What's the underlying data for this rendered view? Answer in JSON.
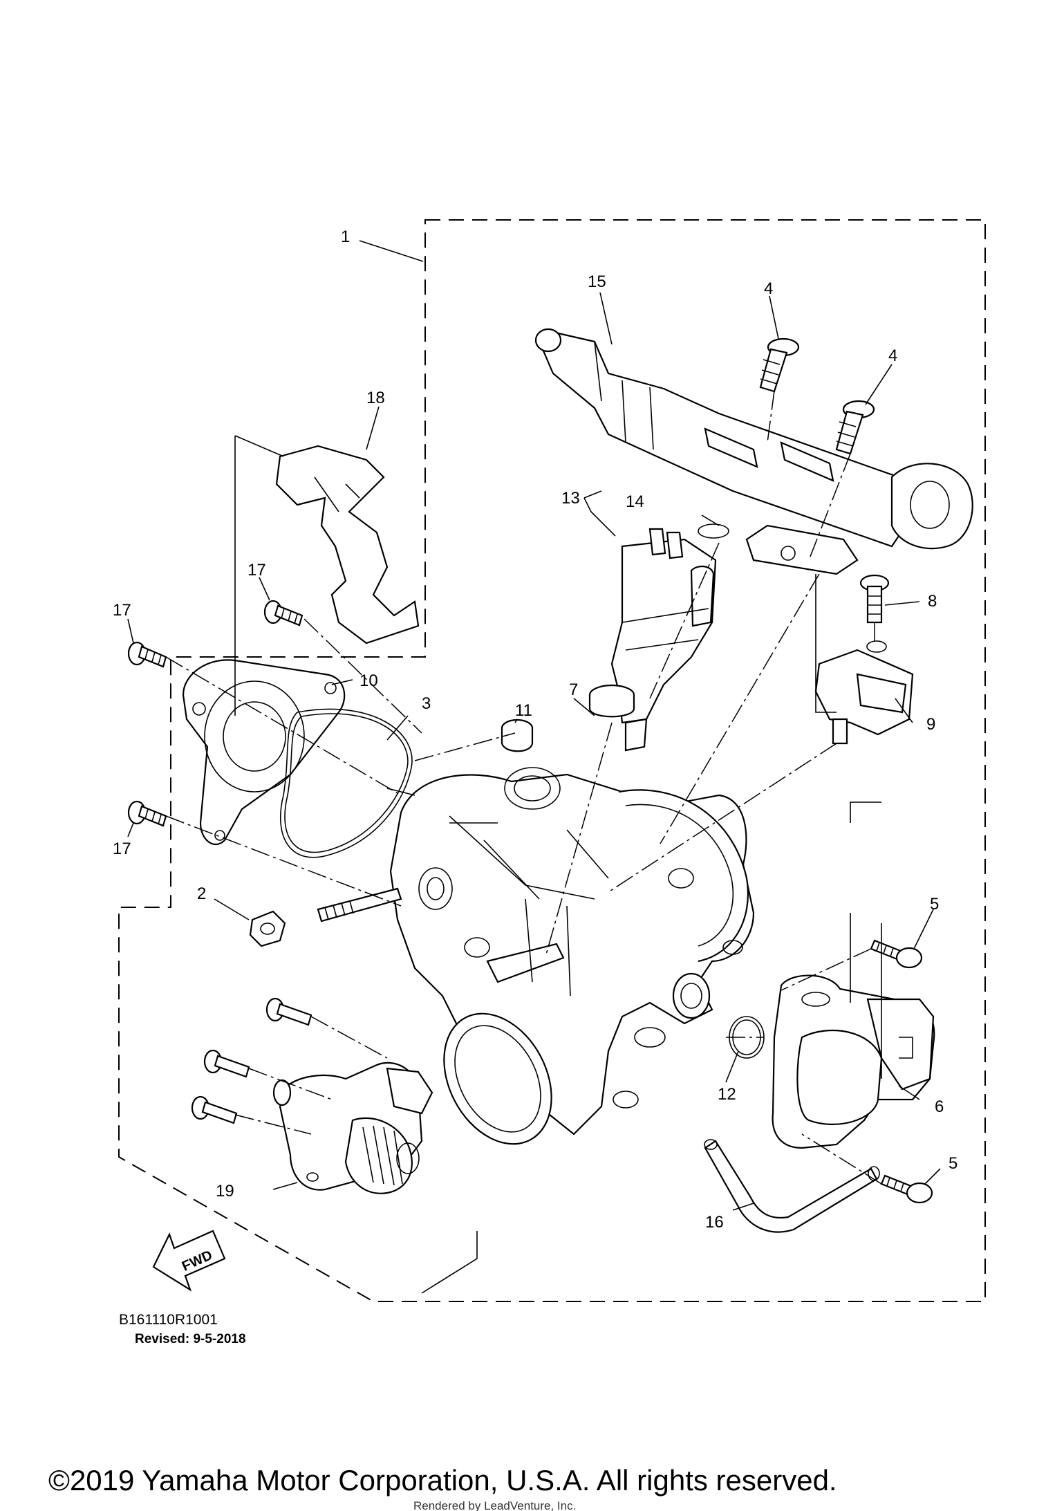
{
  "diagram": {
    "callouts": [
      "1",
      "2",
      "3",
      "4",
      "4",
      "5",
      "5",
      "6",
      "7",
      "8",
      "9",
      "10",
      "11",
      "12",
      "13",
      "14",
      "15",
      "16",
      "17",
      "17",
      "17",
      "18",
      "19"
    ],
    "fwd_label": "FWD",
    "drawing_code": "B161110R1001",
    "revised": "Revised: 9-5-2018",
    "copyright": "©2019 Yamaha Motor Corporation, U.S.A. All rights reserved.",
    "rendered_by": "Rendered by LeadVenture, Inc."
  }
}
